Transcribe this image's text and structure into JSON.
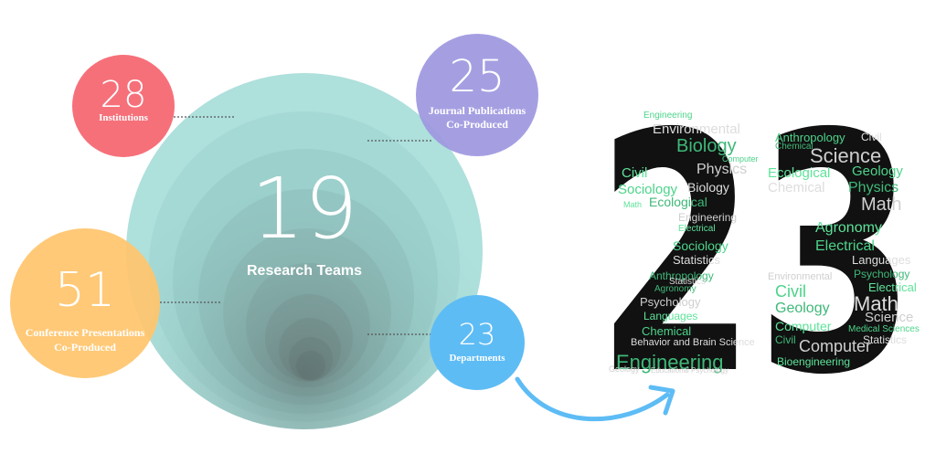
{
  "center": {
    "number": "19",
    "label": "Research Teams"
  },
  "bubbles": {
    "institutions": {
      "number": "28",
      "label": "Institutions",
      "color": "#f6707a"
    },
    "journal": {
      "number": "25",
      "label_line1": "Journal Publications",
      "label_line2": "Co-Produced",
      "color": "#a39ee0"
    },
    "conference": {
      "number": "51",
      "label_line1": "Conference Presentations",
      "label_line2": "Co-Produced",
      "color": "#ffc56d"
    },
    "departments": {
      "number": "23",
      "label": "Departments",
      "color": "#5ebcf5"
    }
  },
  "big_number": "23",
  "wordcloud": {
    "left_digit": [
      "Engineering",
      "Environmental",
      "Biology",
      "Physics",
      "Civil",
      "Sociology",
      "Biology",
      "Ecological",
      "Engineering",
      "Electrical",
      "Sociology",
      "Statistics",
      "Anthropology",
      "Psychology",
      "Languages",
      "Chemical",
      "Behavior and Brain Science",
      "Engineering",
      "Geology",
      "Math",
      "Computer",
      "Statistics",
      "Agronomy",
      "Educational Psychology"
    ],
    "right_digit": [
      "Anthropology",
      "Civil",
      "Chemical",
      "Science",
      "Ecological",
      "Geology",
      "Chemical",
      "Physics",
      "Math",
      "Agronomy",
      "Electrical",
      "Languages",
      "Psychology",
      "Environmental",
      "Electrical",
      "Civil",
      "Math",
      "Geology",
      "Science",
      "Computer",
      "Medical Sciences",
      "Statistics",
      "Civil",
      "Computer",
      "Bioengineering"
    ]
  },
  "colors": {
    "teal": "#9fd8d3",
    "deep": "#5c7a78",
    "arrow": "#5ebcf5",
    "digit": "#111111",
    "word": "#4dd38a"
  }
}
